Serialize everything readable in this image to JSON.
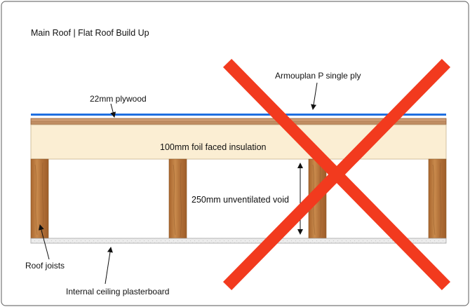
{
  "title": "Main Roof | Flat Roof Build Up",
  "labels": {
    "membrane": "Armouplan P single ply",
    "plywood": "22mm plywood",
    "insulation": "100mm foil faced insulation",
    "void": "250mm unventilated void",
    "joists": "Roof joists",
    "plasterboard": "Internal ceiling plasterboard"
  },
  "colors": {
    "membrane": "#1f6fe0",
    "plywood": "#c8956a",
    "insulation": "#fbeed3",
    "joist": "#b9773d",
    "plasterboard": "#e8e8e8",
    "cross": "#f23a1e"
  }
}
